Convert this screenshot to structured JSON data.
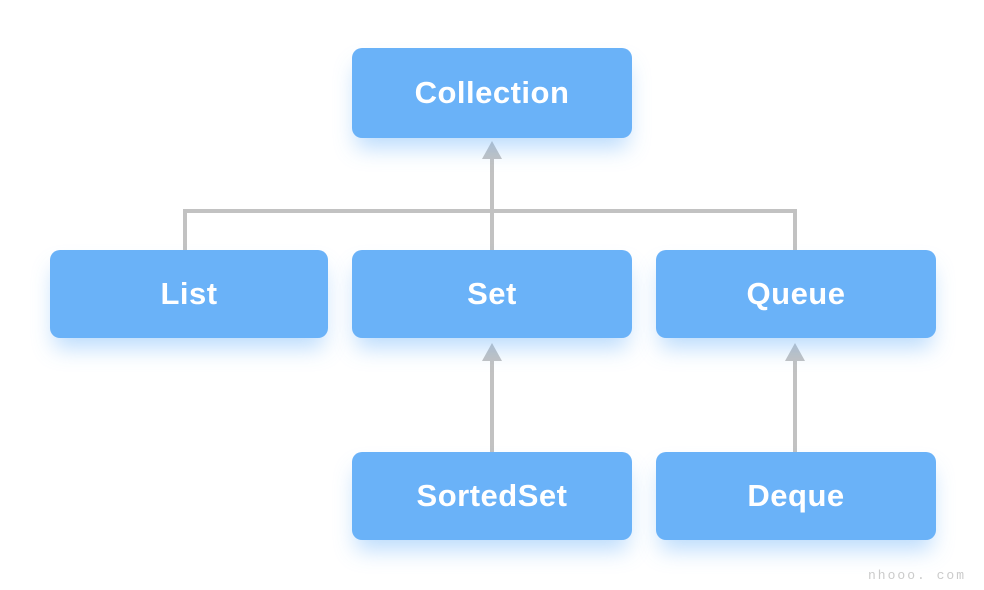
{
  "diagram": {
    "nodes": [
      {
        "id": "collection",
        "label": "Collection"
      },
      {
        "id": "list",
        "label": "List"
      },
      {
        "id": "set",
        "label": "Set"
      },
      {
        "id": "queue",
        "label": "Queue"
      },
      {
        "id": "sortedset",
        "label": "SortedSet"
      },
      {
        "id": "deque",
        "label": "Deque"
      }
    ],
    "edges": [
      {
        "from": "list",
        "to": "collection"
      },
      {
        "from": "set",
        "to": "collection"
      },
      {
        "from": "queue",
        "to": "collection"
      },
      {
        "from": "sortedset",
        "to": "set"
      },
      {
        "from": "deque",
        "to": "queue"
      }
    ],
    "colors": {
      "node_fill": "#6AB2F8",
      "node_text": "#FFFFFF",
      "connector": "#C2C2C2"
    },
    "watermark": "nhooo. com"
  }
}
